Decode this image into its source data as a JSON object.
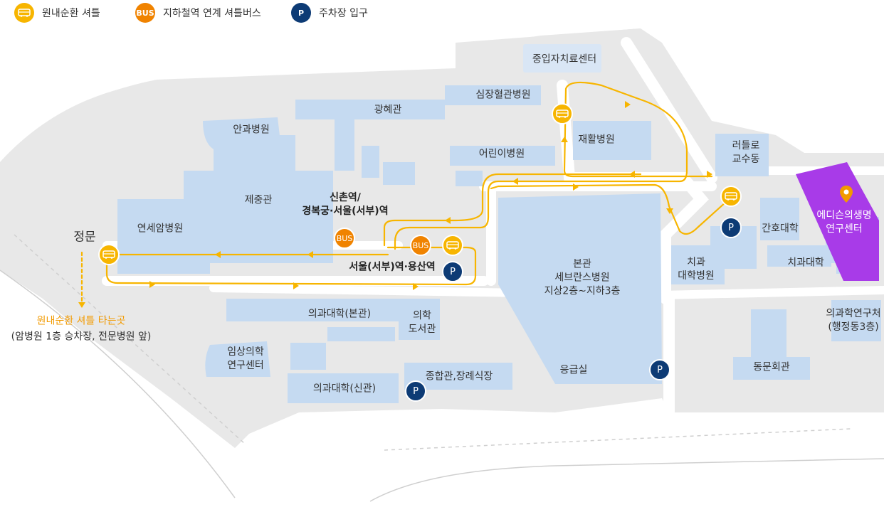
{
  "legend": [
    {
      "icon": "shuttle-icon",
      "label": "원내순환 셔틀",
      "color": "#f7b500"
    },
    {
      "icon": "bus-icon",
      "text": "BUS",
      "label": "지하철역 연계 셔틀버스",
      "color": "#f08300"
    },
    {
      "icon": "parking-icon",
      "text": "P",
      "label": "주차장 입구",
      "color": "#0d3b75"
    }
  ],
  "buildings": {
    "jungib": "중입자치료센터",
    "simjang": "심장혈관병원",
    "gwanghye": "광혜관",
    "angwa": "안과병원",
    "jaehwal": "재활병원",
    "eorini": "어린이병원",
    "russell": "러들로\n교수동",
    "jejung": "제중관",
    "yonsei_cancer": "연세암병원",
    "ganho": "간호대학",
    "edison": "에디슨의생명\n연구센터",
    "chigwa_hosp": "치과\n대학병원",
    "chigwa_univ": "치과대학",
    "bongwan": "본관\n세브란스병원\n지상2층~지하3층",
    "uigwa_bongwan": "의과대학(본관)",
    "uihak_library": "의학\n도서관",
    "uigwa_research": "의과학연구처\n(행정동3층)",
    "imsang": "임상의학\n연구센터",
    "dongmun": "동문회관",
    "jonghap": "종합관,장례식장",
    "emergency": "응급실",
    "uigwa_singwan": "의과대학(신관)"
  },
  "stations": {
    "sinchon": "신촌역/\n경복궁·서울(서부)역",
    "seoul_yongsan": "서울(서부)역·용산역"
  },
  "main_gate": "정문",
  "shuttle_stop": {
    "title": "원내순환 셔틀 타는곳",
    "detail": "(암병원 1층 승차장, 전문병원 앞)"
  },
  "markers": {
    "bus_text": "BUS",
    "parking_text": "P"
  },
  "colors": {
    "building": "#c5daf1",
    "road": "#e8e8e8",
    "route": "#f7b500",
    "highlight": "#a83be8"
  }
}
